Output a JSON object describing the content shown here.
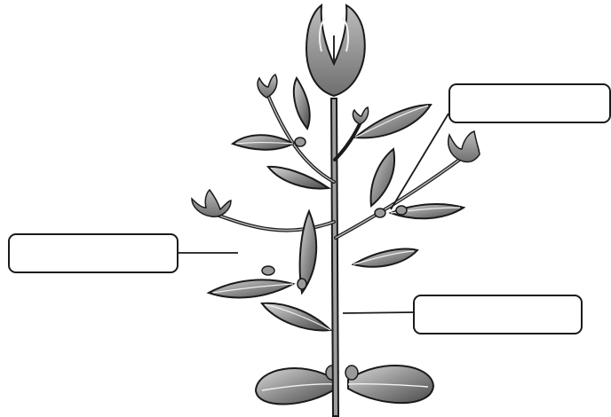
{
  "diagram": {
    "subject": "flowering-plant",
    "label_boxes": [
      {
        "id": "top-right",
        "text": ""
      },
      {
        "id": "left",
        "text": ""
      },
      {
        "id": "bottom-right",
        "text": ""
      }
    ]
  },
  "colors": {
    "ink": "#1a1a1a",
    "leaf_fill": "#8a8a8a",
    "leaf_light": "#c4c4c4",
    "background": "#ffffff"
  }
}
